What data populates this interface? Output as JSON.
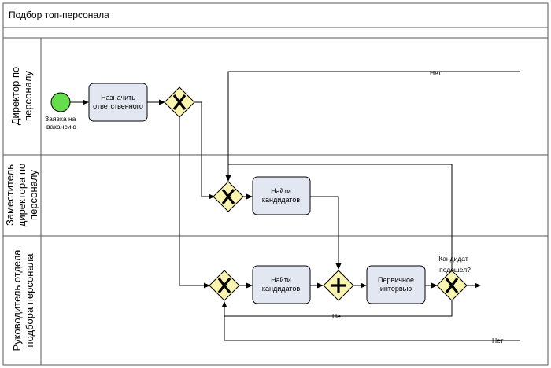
{
  "pool": {
    "title": "Подбор топ-персонала"
  },
  "lanes": [
    {
      "line1": "Директор по",
      "line2": "персоналу"
    },
    {
      "line1": "Заместитель",
      "line2": "директора по",
      "line3": "персоналу"
    },
    {
      "line1": "Руководитель отдела",
      "line2": "подбора персонала"
    }
  ],
  "start_event": {
    "line1": "Заявка на",
    "line2": "вакансию"
  },
  "tasks": {
    "assign": {
      "line1": "Назначить",
      "line2": "ответственного"
    },
    "find_deputy": {
      "line1": "Найти",
      "line2": "кандидатов"
    },
    "find_head": {
      "line1": "Найти",
      "line2": "кандидатов"
    },
    "interview": {
      "line1": "Первичное",
      "line2": "интервью"
    }
  },
  "gateways": {
    "decision_label_line1": "Кандидат",
    "decision_label_line2": "подошел?"
  },
  "flow_labels": {
    "no_top": "Нет",
    "no_middle": "Нет",
    "no_bottom": "Нет"
  },
  "colors": {
    "task_fill": "#e3e7f2",
    "gateway_fill": "#fbf4ae",
    "start_fill": "#66dd4c",
    "line": "#000000"
  }
}
